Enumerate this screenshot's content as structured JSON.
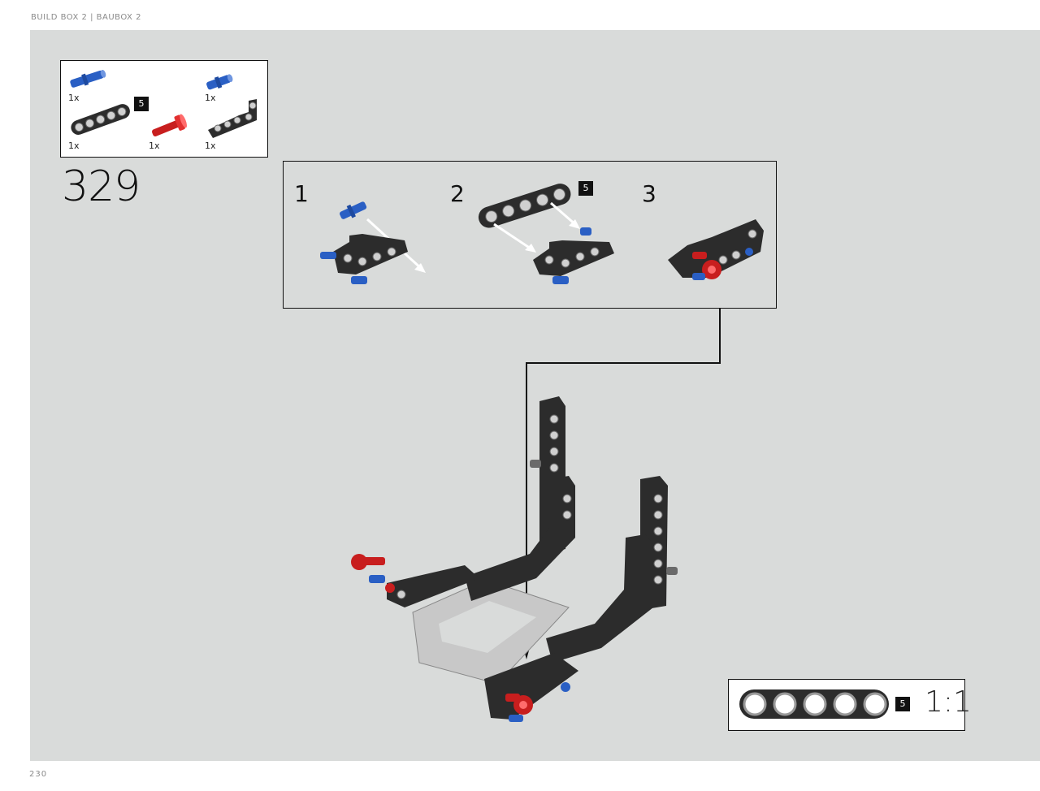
{
  "header": {
    "title": "BUILD BOX 2 | BAUBOX 2"
  },
  "footer": {
    "page_number": "230"
  },
  "parts_list": {
    "items": [
      {
        "name": "blue-pin-long",
        "qty": "1x",
        "color": "#2a5fc4"
      },
      {
        "name": "blue-pin-short",
        "qty": "1x",
        "color": "#2a5fc4"
      },
      {
        "name": "black-beam-5",
        "qty": "1x",
        "color": "#2c2c2c",
        "badge": "5"
      },
      {
        "name": "red-axle-pin",
        "qty": "1x",
        "color": "#c81e1e"
      },
      {
        "name": "black-bent-beam",
        "qty": "1x",
        "color": "#2c2c2c"
      }
    ]
  },
  "step": {
    "number": "329"
  },
  "sub_steps": [
    {
      "number": "1"
    },
    {
      "number": "2",
      "badge": "5"
    },
    {
      "number": "3"
    }
  ],
  "scale_reference": {
    "badge": "5",
    "scale": "1:1"
  },
  "colors": {
    "canvas": "#d9dbda",
    "brick_black": "#2c2c2c",
    "brick_blue": "#2a5fc4",
    "brick_red": "#c81e1e",
    "brick_gray": "#c8c8c8"
  }
}
